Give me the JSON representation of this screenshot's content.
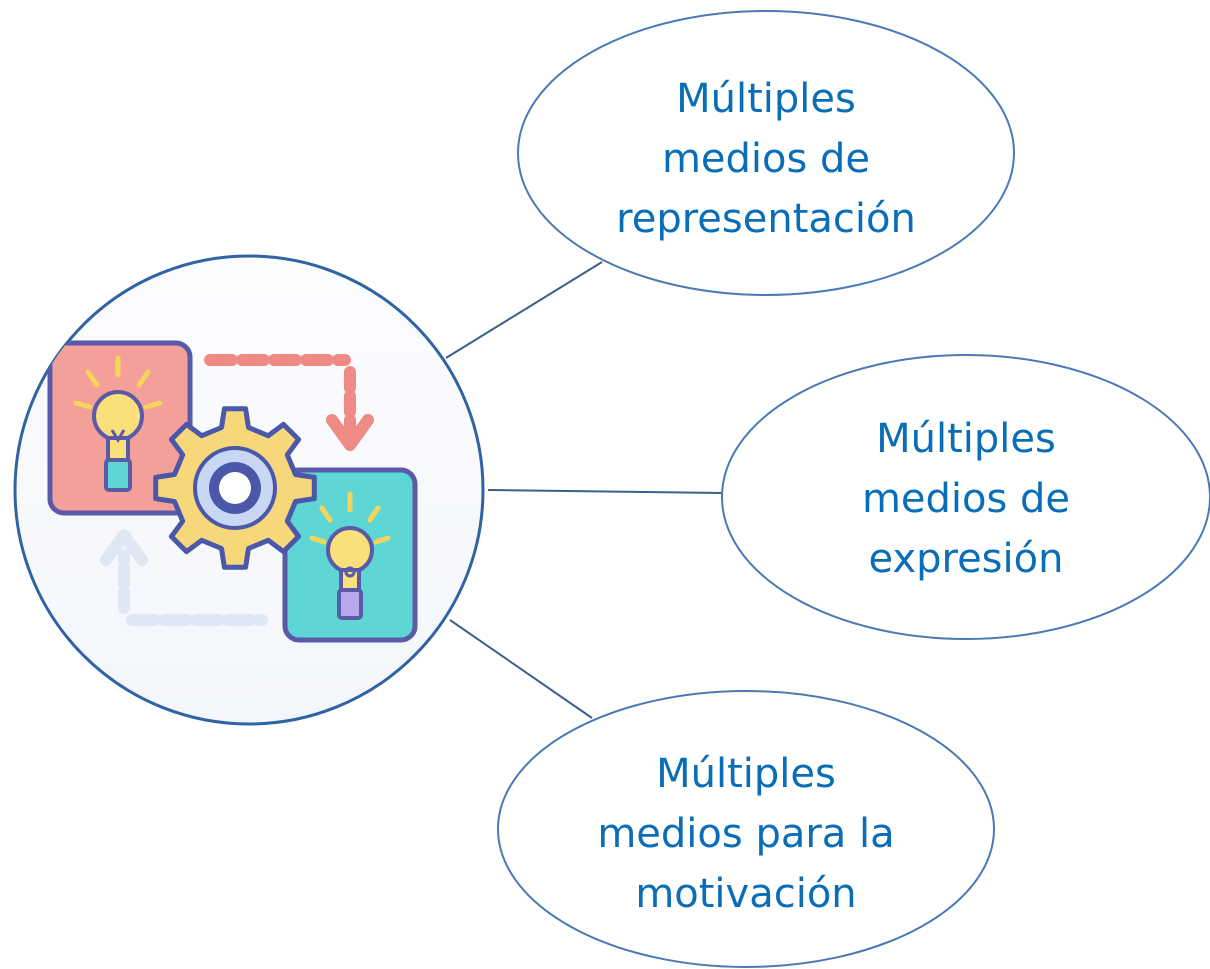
{
  "nodes": {
    "top": {
      "line1": "Múltiples",
      "line2": "medios de",
      "line3": "representación"
    },
    "middle": {
      "line1": "Múltiples",
      "line2": "medios de",
      "line3": "expresión"
    },
    "bottom": {
      "line1": "Múltiples",
      "line2": "medios para la",
      "line3": "motivación"
    }
  },
  "central_image": {
    "icons": [
      "lightbulb-icon",
      "gear-icon",
      "lightbulb-icon",
      "arrow-down-icon",
      "arrow-up-icon"
    ]
  },
  "colors": {
    "text": "#0a6db8",
    "ellipse_stroke": "#4a7ab5",
    "connector": "#3a5f8c",
    "left_card": "#f4a09a",
    "right_card": "#5fd6d6",
    "gear": "#f6d77a",
    "gear_outline": "#4b57a8"
  }
}
